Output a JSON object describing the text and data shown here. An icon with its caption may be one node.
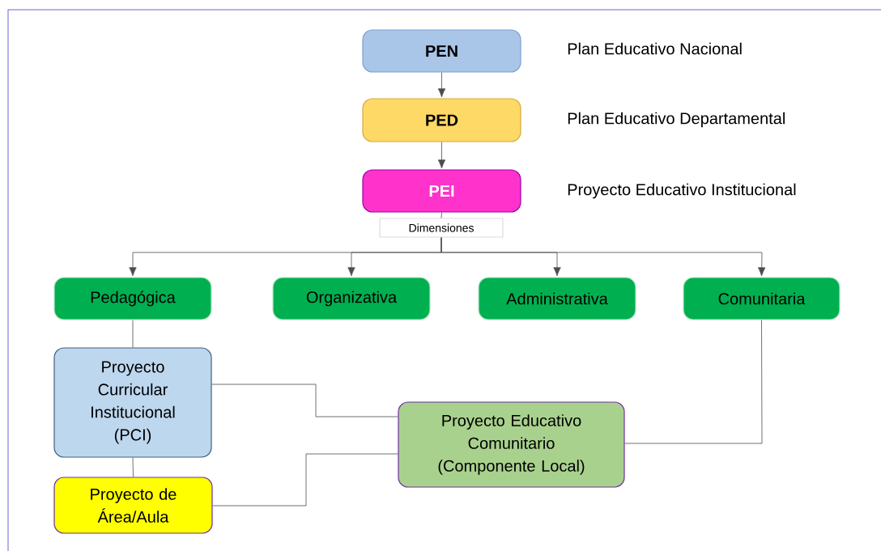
{
  "diagram": {
    "nodes": [
      {
        "text": [
          "PEN"
        ],
        "beside": [
          "Plan Educativo Nacional"
        ]
      },
      {
        "text": [
          "PED"
        ],
        "beside": [
          "Plan Educativo Departamental"
        ]
      },
      {
        "text": [
          "PEI"
        ],
        "beside": [
          "Proyecto Educativo Institucional"
        ]
      },
      {
        "text": [
          "Dimensiones"
        ]
      },
      {
        "text": [
          "Pedagógica"
        ]
      },
      {
        "text": [
          "Organizativa"
        ]
      },
      {
        "text": [
          "Administrativa"
        ]
      },
      {
        "text": [
          "Comunitaria"
        ]
      },
      {
        "text": [
          "Proyecto Curricular Institucional (PCI)"
        ]
      },
      {
        "text": [
          "Proyecto de Área/Aula"
        ]
      },
      {
        "text": [
          "Proyecto Educativo Comunitario (Componente Local)"
        ]
      }
    ],
    "edges": [
      {
        "from": 0,
        "to": 1,
        "arrow": "to"
      },
      {
        "from": 1,
        "to": 2,
        "arrow": "to"
      },
      {
        "from": 2,
        "to": 3,
        "arrow": "none"
      },
      {
        "from": 3,
        "to": 4,
        "arrow": "to"
      },
      {
        "from": 3,
        "to": 5,
        "arrow": "to"
      },
      {
        "from": 3,
        "to": 6,
        "arrow": "to"
      },
      {
        "from": 3,
        "to": 7,
        "arrow": "to"
      },
      {
        "from": 4,
        "to": 8,
        "arrow": "none"
      },
      {
        "from": 8,
        "to": 9,
        "arrow": "none"
      },
      {
        "from": 8,
        "to": 10,
        "arrow": "none"
      },
      {
        "from": 9,
        "to": 10,
        "arrow": "none"
      },
      {
        "from": 7,
        "to": 10,
        "arrow": "none"
      }
    ]
  }
}
